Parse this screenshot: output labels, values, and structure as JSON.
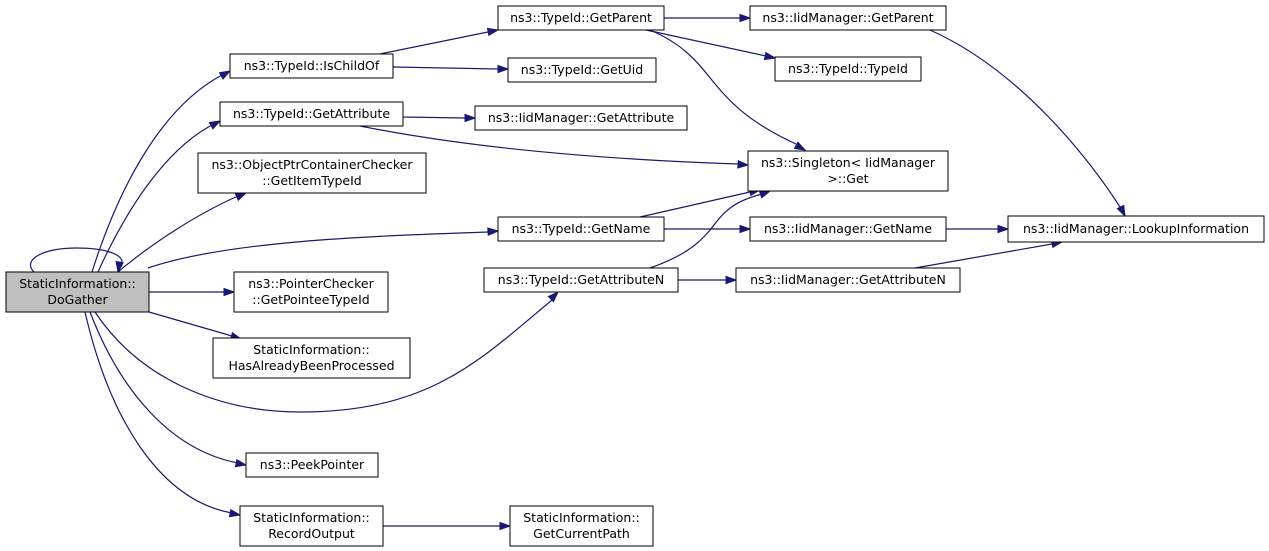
{
  "colors": {
    "edge": "#191970",
    "root_fill": "#bfbfbf",
    "node_fill": "#ffffff"
  },
  "nodes": [
    {
      "id": "dogather",
      "lines": [
        "StaticInformation::",
        "DoGather"
      ],
      "root": true
    },
    {
      "id": "ischildof",
      "lines": [
        "ns3::TypeId::IsChildOf"
      ]
    },
    {
      "id": "getattribute",
      "lines": [
        "ns3::TypeId::GetAttribute"
      ]
    },
    {
      "id": "getitemtypeid",
      "lines": [
        "ns3::ObjectPtrContainerChecker",
        "::GetItemTypeId"
      ]
    },
    {
      "id": "tid_getname",
      "lines": [
        "ns3::TypeId::GetName"
      ]
    },
    {
      "id": "getattributen",
      "lines": [
        "ns3::TypeId::GetAttributeN"
      ]
    },
    {
      "id": "getpointeetypeid",
      "lines": [
        "ns3::PointerChecker",
        "::GetPointeeTypeId"
      ]
    },
    {
      "id": "hasalreadybeenprocessed",
      "lines": [
        "StaticInformation::",
        "HasAlreadyBeenProcessed"
      ]
    },
    {
      "id": "peekpointer",
      "lines": [
        "ns3::PeekPointer"
      ]
    },
    {
      "id": "recordoutput",
      "lines": [
        "StaticInformation::",
        "RecordOutput"
      ]
    },
    {
      "id": "getcurrentpath",
      "lines": [
        "StaticInformation::",
        "GetCurrentPath"
      ]
    },
    {
      "id": "tid_getparent",
      "lines": [
        "ns3::TypeId::GetParent"
      ]
    },
    {
      "id": "getuid",
      "lines": [
        "ns3::TypeId::GetUid"
      ]
    },
    {
      "id": "iid_getattribute",
      "lines": [
        "ns3::IidManager::GetAttribute"
      ]
    },
    {
      "id": "singleton_get",
      "lines": [
        "ns3::Singleton< IidManager",
        ">::Get"
      ]
    },
    {
      "id": "iid_getparent",
      "lines": [
        "ns3::IidManager::GetParent"
      ]
    },
    {
      "id": "typeid_ctor",
      "lines": [
        "ns3::TypeId::TypeId"
      ]
    },
    {
      "id": "iid_getname",
      "lines": [
        "ns3::IidManager::GetName"
      ]
    },
    {
      "id": "iid_getattributen",
      "lines": [
        "ns3::IidManager::GetAttributeN"
      ]
    },
    {
      "id": "lookupinformation",
      "lines": [
        "ns3::IidManager::LookupInformation"
      ]
    }
  ],
  "edges": [
    {
      "from": "dogather",
      "to": "dogather"
    },
    {
      "from": "dogather",
      "to": "ischildof"
    },
    {
      "from": "dogather",
      "to": "getattribute"
    },
    {
      "from": "dogather",
      "to": "getitemtypeid"
    },
    {
      "from": "dogather",
      "to": "tid_getname"
    },
    {
      "from": "dogather",
      "to": "getattributen"
    },
    {
      "from": "dogather",
      "to": "getpointeetypeid"
    },
    {
      "from": "dogather",
      "to": "hasalreadybeenprocessed"
    },
    {
      "from": "dogather",
      "to": "peekpointer"
    },
    {
      "from": "dogather",
      "to": "recordoutput"
    },
    {
      "from": "ischildof",
      "to": "tid_getparent"
    },
    {
      "from": "ischildof",
      "to": "getuid"
    },
    {
      "from": "getattribute",
      "to": "iid_getattribute"
    },
    {
      "from": "getattribute",
      "to": "singleton_get"
    },
    {
      "from": "tid_getparent",
      "to": "iid_getparent"
    },
    {
      "from": "tid_getparent",
      "to": "typeid_ctor"
    },
    {
      "from": "tid_getparent",
      "to": "singleton_get"
    },
    {
      "from": "iid_getparent",
      "to": "lookupinformation"
    },
    {
      "from": "tid_getname",
      "to": "singleton_get"
    },
    {
      "from": "tid_getname",
      "to": "iid_getname"
    },
    {
      "from": "iid_getname",
      "to": "lookupinformation"
    },
    {
      "from": "getattributen",
      "to": "singleton_get"
    },
    {
      "from": "getattributen",
      "to": "iid_getattributen"
    },
    {
      "from": "iid_getattributen",
      "to": "lookupinformation"
    },
    {
      "from": "recordoutput",
      "to": "getcurrentpath"
    }
  ]
}
